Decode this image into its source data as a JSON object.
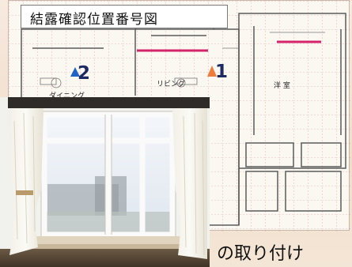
{
  "plan": {
    "title": "結露確認位置番号図",
    "markers": [
      {
        "label": "2",
        "color": "#1f63c9"
      },
      {
        "label": "1",
        "color": "#ee7d3b"
      }
    ],
    "rooms": {
      "dining": "ダイニング",
      "living": "リビング",
      "western": "洋 室"
    },
    "highlight_color": "#d4236b"
  },
  "caption": {
    "text": "の取り付け"
  }
}
